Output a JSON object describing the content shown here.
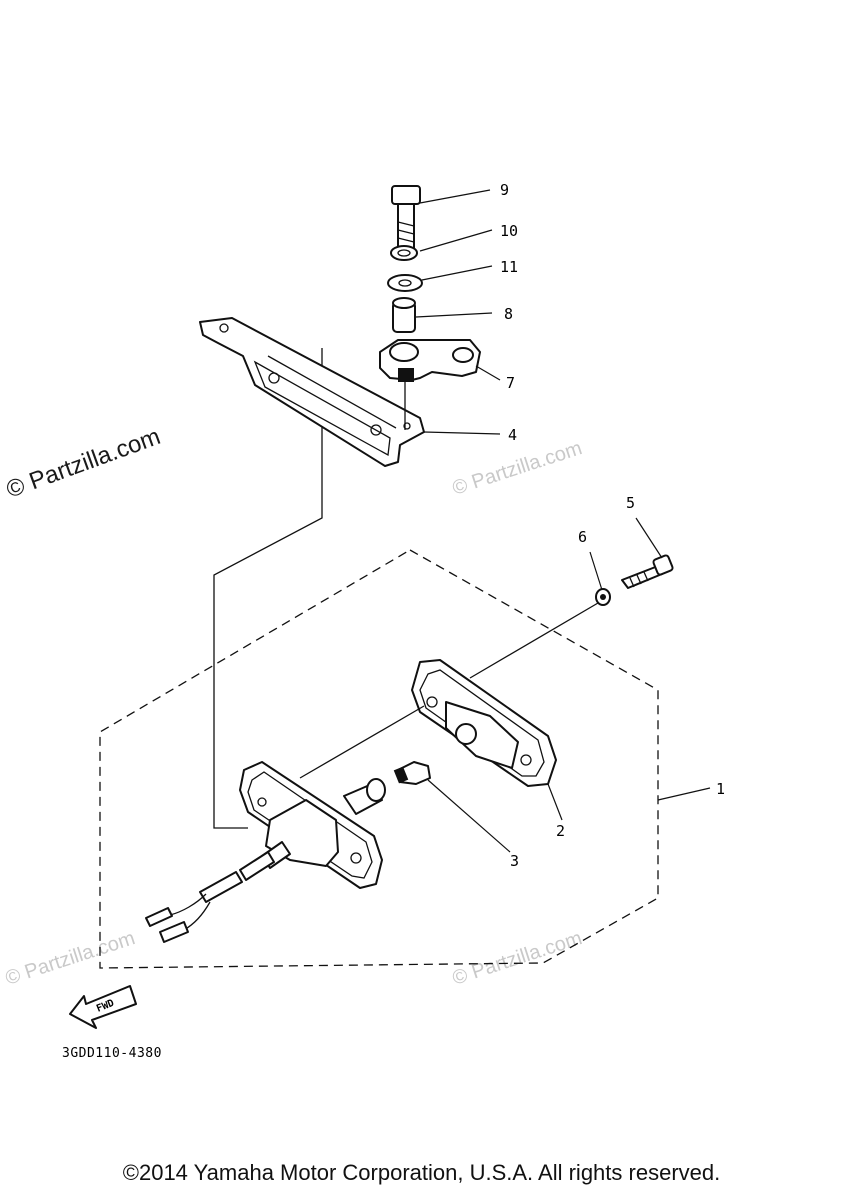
{
  "callouts": [
    {
      "id": "9",
      "label": "9"
    },
    {
      "id": "10",
      "label": "10"
    },
    {
      "id": "11",
      "label": "11"
    },
    {
      "id": "8",
      "label": "8"
    },
    {
      "id": "7",
      "label": "7"
    },
    {
      "id": "4",
      "label": "4"
    },
    {
      "id": "5",
      "label": "5"
    },
    {
      "id": "6",
      "label": "6"
    },
    {
      "id": "1",
      "label": "1"
    },
    {
      "id": "2",
      "label": "2"
    },
    {
      "id": "3",
      "label": "3"
    }
  ],
  "diagram_code": "3GDD110-4380",
  "fwd_label": "FWD",
  "watermark": "© Partzilla.com",
  "copyright": "©2014 Yamaha Motor Corporation, U.S.A. All rights reserved."
}
